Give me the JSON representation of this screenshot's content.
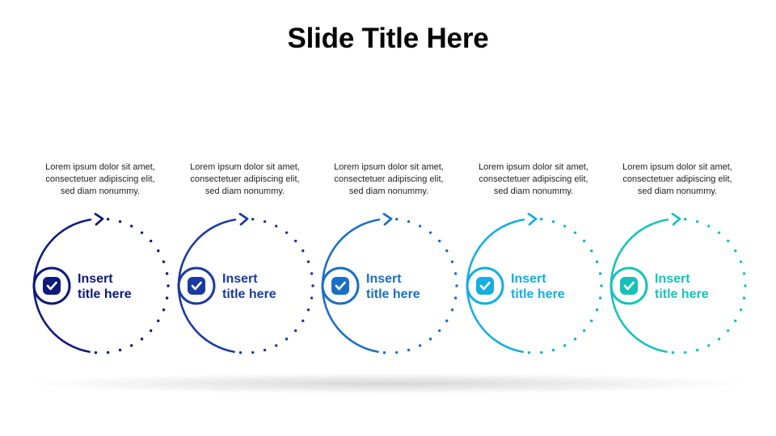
{
  "slide": {
    "title": "Slide Title Here"
  },
  "steps": [
    {
      "desc": [
        "Lorem ipsum dolor sit amet,",
        "consectetuer adipiscing elit,",
        "sed diam nonummy."
      ],
      "title": [
        "Insert",
        "title here"
      ],
      "color": "#0d1a7a",
      "icon": "check-icon"
    },
    {
      "desc": [
        "Lorem ipsum dolor sit amet,",
        "consectetuer adipiscing elit,",
        "sed diam nonummy."
      ],
      "title": [
        "Insert",
        "title here"
      ],
      "color": "#1c3a9e",
      "icon": "check-icon"
    },
    {
      "desc": [
        "Lorem ipsum dolor sit amet,",
        "consectetuer adipiscing elit,",
        "sed diam nonummy."
      ],
      "title": [
        "Insert",
        "title here"
      ],
      "color": "#1a6fc4",
      "icon": "check-icon"
    },
    {
      "desc": [
        "Lorem ipsum dolor sit amet,",
        "consectetuer adipiscing elit,",
        "sed diam nonummy."
      ],
      "title": [
        "Insert",
        "title here"
      ],
      "color": "#14aee0",
      "icon": "check-icon"
    },
    {
      "desc": [
        "Lorem ipsum dolor sit amet,",
        "consectetuer adipiscing elit,",
        "sed diam nonummy."
      ],
      "title": [
        "Insert",
        "title here"
      ],
      "color": "#16c2b8",
      "icon": "check-icon"
    }
  ]
}
